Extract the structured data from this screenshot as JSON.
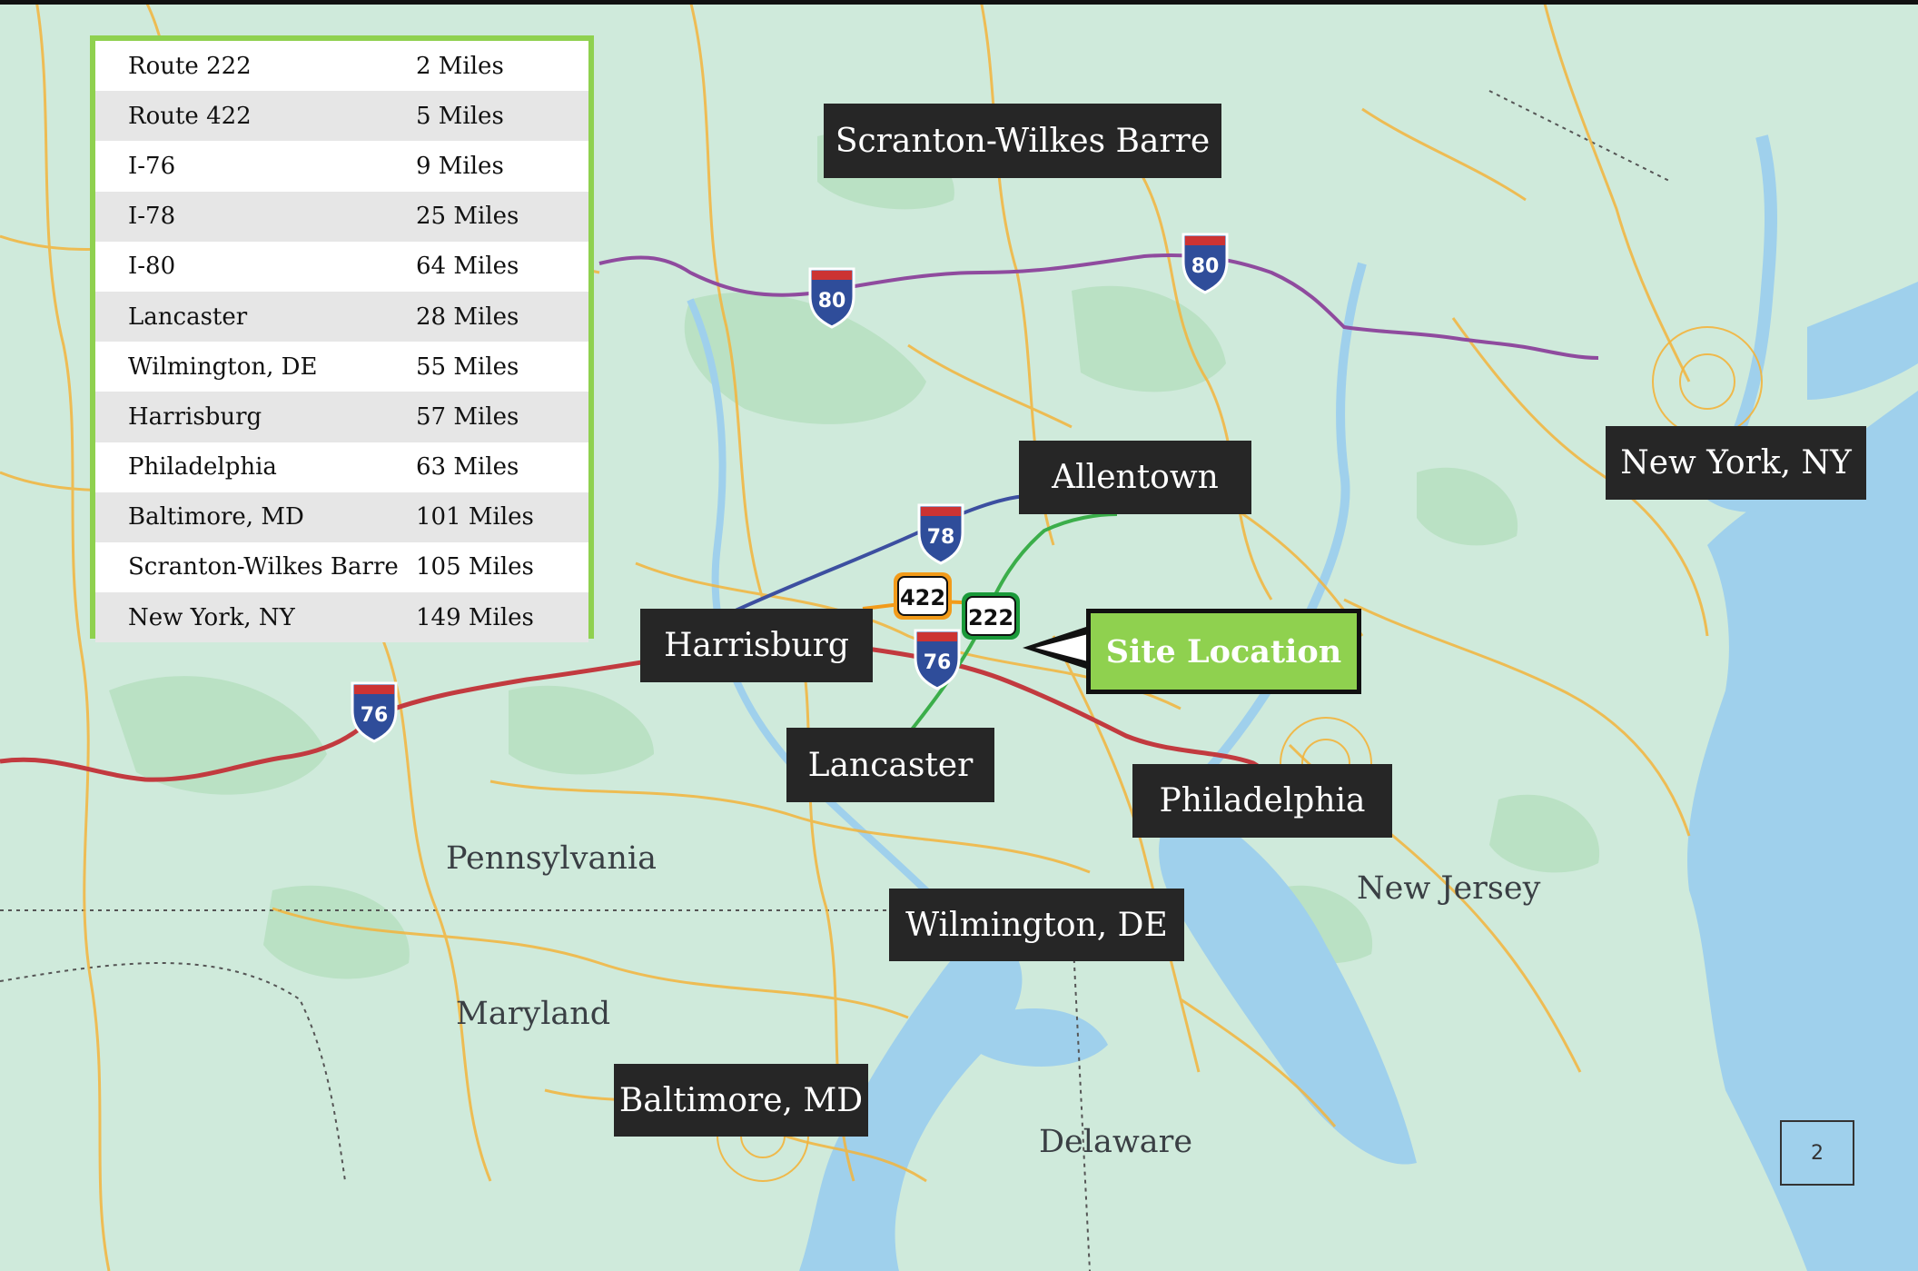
{
  "distance_table": {
    "rows": [
      {
        "place": "Route 222",
        "miles": "2 Miles"
      },
      {
        "place": "Route 422",
        "miles": "5 Miles"
      },
      {
        "place": "I-76",
        "miles": "9 Miles"
      },
      {
        "place": "I-78",
        "miles": "25 Miles"
      },
      {
        "place": "I-80",
        "miles": "64 Miles"
      },
      {
        "place": "Lancaster",
        "miles": "28 Miles"
      },
      {
        "place": "Wilmington, DE",
        "miles": "55 Miles"
      },
      {
        "place": "Harrisburg",
        "miles": "57 Miles"
      },
      {
        "place": "Philadelphia",
        "miles": "63 Miles"
      },
      {
        "place": "Baltimore, MD",
        "miles": "101 Miles"
      },
      {
        "place": "Scranton-Wilkes Barre",
        "miles": "105 Miles"
      },
      {
        "place": "New York, NY",
        "miles": "149 Miles"
      }
    ]
  },
  "city_labels": {
    "scranton": "Scranton-Wilkes Barre",
    "allentown": "Allentown",
    "new_york": "New York, NY",
    "harrisburg": "Harrisburg",
    "lancaster": "Lancaster",
    "philadelphia": "Philadelphia",
    "wilmington": "Wilmington, DE",
    "baltimore": "Baltimore, MD"
  },
  "region_labels": {
    "pennsylvania": "Pennsylvania",
    "new_jersey": "New Jersey",
    "maryland": "Maryland",
    "delaware": "Delaware"
  },
  "site_label": "Site Location",
  "shields": {
    "i80": "80",
    "i78": "78",
    "i76": "76",
    "us422": "422",
    "us222": "222"
  },
  "page_number": "2",
  "colors": {
    "land": "#cfeadb",
    "water": "#9fd0ec",
    "roads": "#f3b43c",
    "i80_route": "#8f4b9e",
    "i78_route": "#3c4fa0",
    "i76_route": "#c23a3f",
    "us222_route": "#3bae4a",
    "site_green": "#8fd14f",
    "label_bg": "#262626"
  }
}
